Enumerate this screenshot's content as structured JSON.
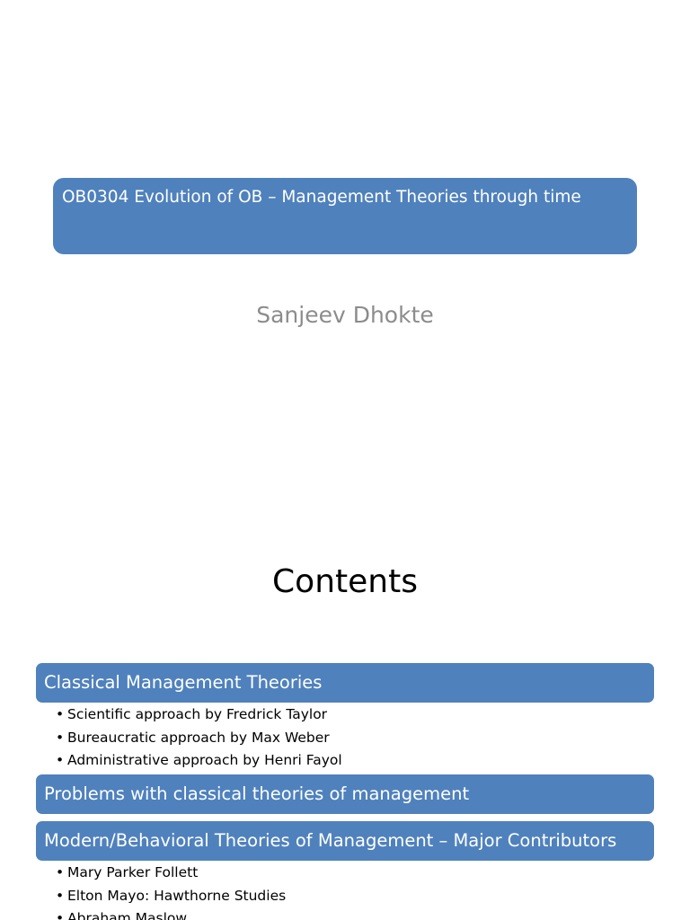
{
  "slide1": {
    "title": "OB0304 Evolution of OB – Management Theories through time",
    "author": "Sanjeev Dhokte"
  },
  "slide2": {
    "heading": "Contents",
    "sections": [
      {
        "label": "Classical Management Theories",
        "items": [
          "Scientific approach by Fredrick Taylor",
          "Bureaucratic approach by Max Weber",
          "Administrative approach by Henri Fayol"
        ]
      },
      {
        "label": "Problems with classical theories of management",
        "items": []
      },
      {
        "label": "Modern/Behavioral Theories of Management – Major Contributors",
        "items": [
          "Mary Parker Follett",
          "Elton Mayo: Hawthorne Studies",
          "Abraham Maslow"
        ]
      }
    ],
    "bullet_glyph": "•"
  },
  "colors": {
    "accent": "#4f81bd",
    "author_text": "#8c8c8c"
  }
}
